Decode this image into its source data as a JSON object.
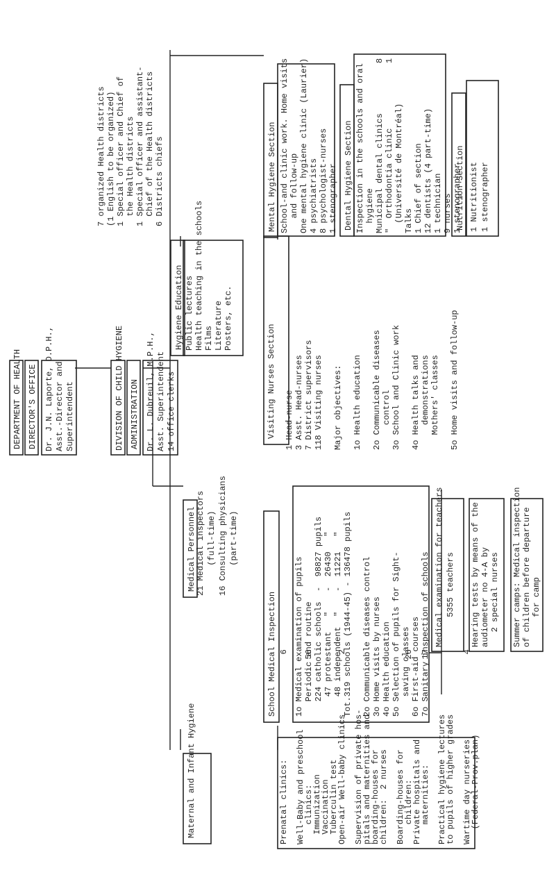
{
  "header": {
    "department": "DEPARTMENT OF HEALTH",
    "directors_office": "DIRECTOR'S OFFICE",
    "director": [
      "Dr. J.N. Laporte, D.P.H.,",
      "Asst.-Director and",
      "Superintendent"
    ],
    "division": "DIVISION OF CHILD HYGIENE",
    "administration": "ADMINISTRATION",
    "admin_staff": [
      "Dr. L. Dubreuil, M.P.H.,",
      "Asst. Superintendent",
      "14 office clerks"
    ]
  },
  "districts": [
    "7 organized Health districts",
    "(1 English to be organized)",
    "1 Special officer and Chief of",
    "  the Health districts",
    "1 Special officer and assistant-",
    "  Chief of the Health districts",
    "6 Districts chiefs"
  ],
  "mental": {
    "title": "Mental Hygiene Section",
    "lines": [
      "School-and clinic work. Home visits",
      "   and follow-up",
      "One mental hygiene clinic (Laurier)",
      "4 psychiatrists",
      "8 psychologist-nurses",
      "1 stenographer"
    ]
  },
  "dental": {
    "title": "Dental Hygiene Section",
    "lines": [
      "Inspection in the schools and oral",
      "  hygiene",
      "Municipal dental clinics          8",
      "\"  Orthodontia clinic             1",
      "  (Université de Montréal)",
      "Talks",
      "1 Chief of section",
      "12 dentists (4 part-time)",
      "1 technician",
      "9 nurses",
      "1 stenographer"
    ]
  },
  "nutrition": {
    "title": "Nutrition Section",
    "lines": [
      "1 Nutritionist",
      "1 stenographer"
    ]
  },
  "hygiene_education": {
    "title": "Hygiene Education",
    "lines": [
      "Public lectures",
      "Health teaching in the schools",
      "Films",
      "Literature",
      "Posters, etc."
    ]
  },
  "visiting_nurses": {
    "title": "Visiting Nurses Section",
    "lines": [
      "1 Head-nurse",
      "3 Asst. Head-nurses",
      "7 District supervisors",
      "118 Visiting nurses",
      "",
      "Major objectives:",
      "",
      "1o Health education",
      "",
      "2o Communicable diseases",
      "     control",
      "3o School and Clinic work",
      "",
      "4o Health talks and",
      "     demonstrations",
      "   Mothers' classes",
      "",
      "5o Home visits and follow-up"
    ]
  },
  "medical_personnel": {
    "title": "Medical Personnel",
    "lines": [
      "21 Medical inspectors",
      "      (full-time)",
      "16 Consulting physicians",
      "      (part-time)"
    ]
  },
  "school_inspection": {
    "title": "School Medical Inspection",
    "lines": [
      "1o Medical examination of pupils",
      "   Periodic and routine",
      "   224 catholic schools  -  98827 pupils",
      "    47 protestant   \"    -  26430   \"",
      "    48 independent  \"    -  11221   \"",
      "Tot.319 schools (1944-45) - 136478 pupils",
      "",
      "2o Communicable diseases control",
      "3o Home visits by nurses",
      "4o Health education",
      "5o Selection of pupils for Sight-",
      "    saving classes",
      "6o First-aid courses",
      "7o Sanitary inspection of schools"
    ],
    "teachers": [
      "Medical examination for teachers",
      "      5355 teachers"
    ],
    "hearing": [
      "Hearing tests by means of the",
      "audiometer no 4-A by",
      "   2 special nurses"
    ],
    "summer": [
      "Summer camps: Medical inspection",
      "of children before departure",
      "      for camp"
    ]
  },
  "maternal": {
    "title": "Maternal and Infant Hygiene",
    "lines": [
      "Prenatal clinics:                     6",
      "",
      "Well-Baby and preschool",
      "    clinics:                         56",
      "  Immunization",
      "  Vaccination",
      "  Tuberculin test",
      "Open-air Well-baby clinics            2",
      "",
      "Supervision of private hos-",
      "pitals and maternities and",
      "boarding-houses for",
      "children:  2 nurses",
      "",
      "Boarding-houses for",
      "    children:                        26",
      "Private hospitals and",
      "    maternities:                     17",
      "",
      "Practical hygiene lectures",
      "to pupils of higher grades",
      "",
      "Wartime day nurseries                 4",
      "   (Federal-Prov.plan)"
    ]
  }
}
